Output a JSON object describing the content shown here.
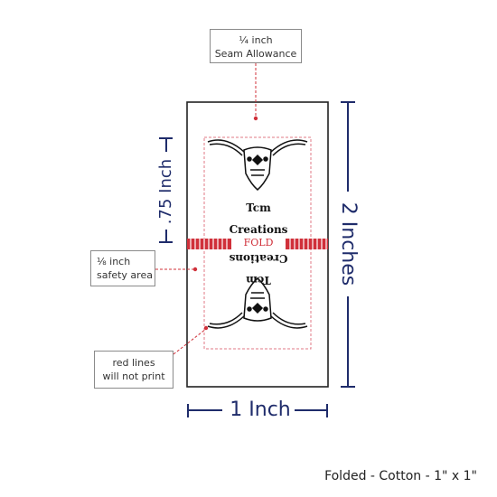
{
  "callouts": {
    "seam": {
      "line1": "¼ inch",
      "line2": "Seam Allowance"
    },
    "safety": {
      "line1": "⅛ inch",
      "line2": "safety area"
    },
    "red_lines": {
      "line1": "red lines",
      "line2": "will not print"
    }
  },
  "dimensions": {
    "width": "1 Inch",
    "height": "2 Inches",
    "fold_height": ".75 Inch"
  },
  "label": {
    "brand_line1": "Tcm",
    "brand_line2": "Creations",
    "fold": "FOLD"
  },
  "footer": "Folded - Cotton - 1\" x 1\"",
  "colors": {
    "dimension": "#1f2c6b",
    "guide_red": "#d0303a",
    "outline": "#222222"
  }
}
